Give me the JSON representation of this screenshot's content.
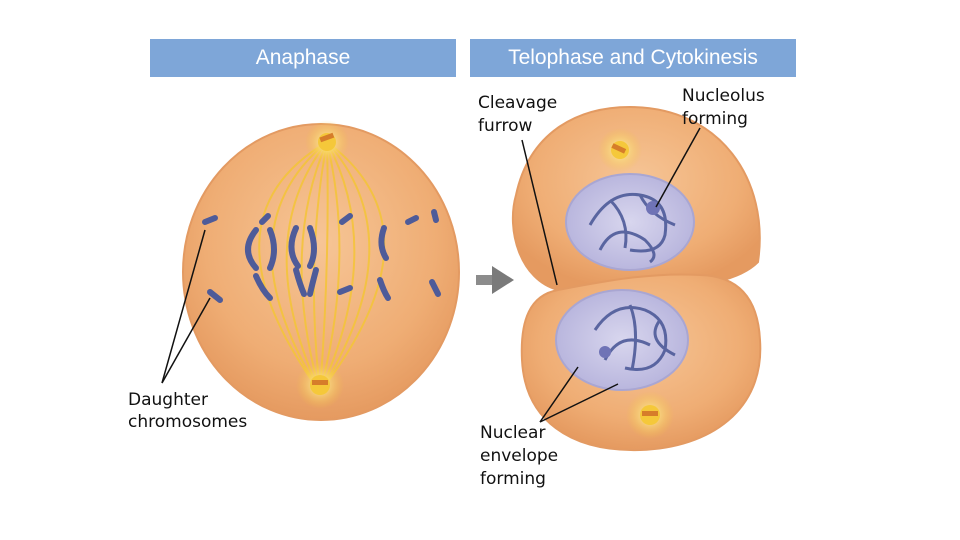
{
  "headers": {
    "anaphase": "Anaphase",
    "telophase": "Telophase and Cytokinesis"
  },
  "labels": {
    "daughter_chromosomes": "Daughter\nchromosomes",
    "cleavage_furrow": "Cleavage\nfurrow",
    "nucleolus_forming": "Nucleolus\nforming",
    "nuclear_envelope_forming": "Nuclear\nenvelope\nforming"
  },
  "colors": {
    "banner": "#7ea6d8",
    "cell_fill": "#f0b07a",
    "cell_edge": "#e39a62",
    "spindle": "#f2c23a",
    "chromosome": "#4e5b99",
    "nucleus": "#c9c8e4",
    "arrow": "#8c8c8c"
  },
  "icons": {
    "transition_arrow": "right-arrow-icon"
  }
}
